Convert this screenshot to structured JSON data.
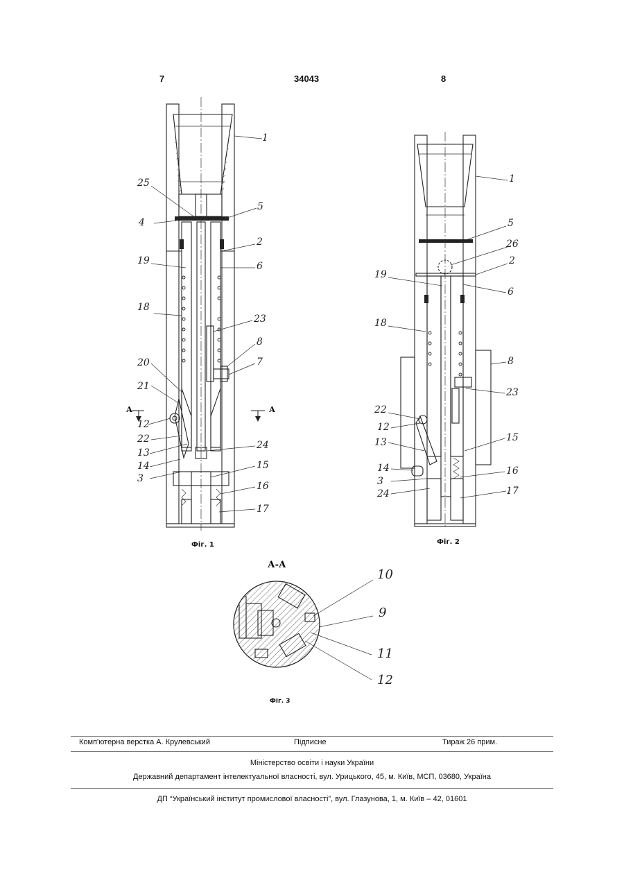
{
  "header": {
    "left_page": "7",
    "patent_number": "34043",
    "right_page": "8"
  },
  "figures": {
    "fig1": {
      "caption": "Фіг. 1",
      "section_mark": "А",
      "labels": [
        "1",
        "25",
        "5",
        "4",
        "2",
        "19",
        "6",
        "18",
        "23",
        "8",
        "7",
        "20",
        "21",
        "12",
        "22",
        "13",
        "14",
        "24",
        "15",
        "3",
        "16",
        "17"
      ]
    },
    "fig2": {
      "caption": "Фіг. 2",
      "labels": [
        "1",
        "5",
        "26",
        "2",
        "19",
        "6",
        "18",
        "8",
        "23",
        "22",
        "12",
        "13",
        "15",
        "14",
        "16",
        "3",
        "24",
        "17"
      ]
    },
    "fig3": {
      "caption": "Фіг. 3",
      "section_title": "А-А",
      "labels": [
        "10",
        "9",
        "11",
        "12"
      ]
    }
  },
  "footer": {
    "layout": "Комп'ютерна верстка А. Крулевський",
    "signed": "Підписне",
    "circulation": "Тираж 26 прим.",
    "ministry": "Міністерство освіти і науки України",
    "department": "Державний департамент інтелектуальної власності, вул. Урицького, 45, м. Київ, МСП, 03680, Україна",
    "institute": "ДП “Український інститут промислової власності”, вул. Глазунова, 1, м. Київ – 42, 01601"
  }
}
